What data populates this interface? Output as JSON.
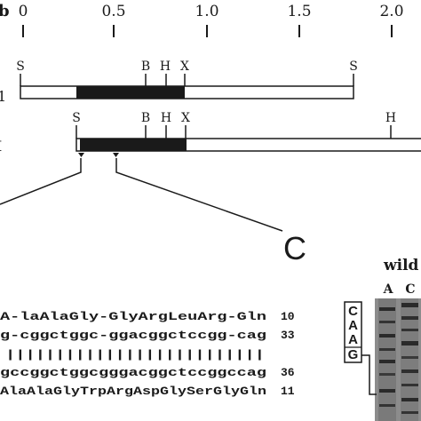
{
  "scale": {
    "ticks": [
      "0",
      "0.5",
      "1.0",
      "1.5",
      "2.0"
    ],
    "corner_mark": "b"
  },
  "map_top": {
    "side_label": "1",
    "sites": [
      "S",
      "B",
      "H",
      "X",
      "S"
    ]
  },
  "map_bottom": {
    "side_label": "I",
    "sites": [
      "S",
      "B",
      "H",
      "X",
      "H"
    ]
  },
  "callout": {
    "label": "C"
  },
  "sequence": {
    "rows": [
      {
        "text": "A-laAlaGly-GlyArgLeuArg-Gln",
        "num": "10"
      },
      {
        "text": "g-cggctggc-ggacggctccgg-cag",
        "num": "33"
      },
      {
        "text": "||||||||||||||||||||||||||",
        "num": ""
      },
      {
        "text": "gccggctggcgggacggctccggccag",
        "num": "36"
      },
      {
        "text": "AlaAlaGlyTrpArgAspGlySerGlyGln",
        "num": "11"
      }
    ]
  },
  "gel": {
    "title": "wild",
    "lanes": [
      "A",
      "C"
    ],
    "boxed_letters": [
      "C",
      "A",
      "A",
      "G"
    ]
  },
  "colors": {
    "ink": "#1a1a1a",
    "gel_bg": "#8c8c8c",
    "band": "#2a2a2a"
  }
}
